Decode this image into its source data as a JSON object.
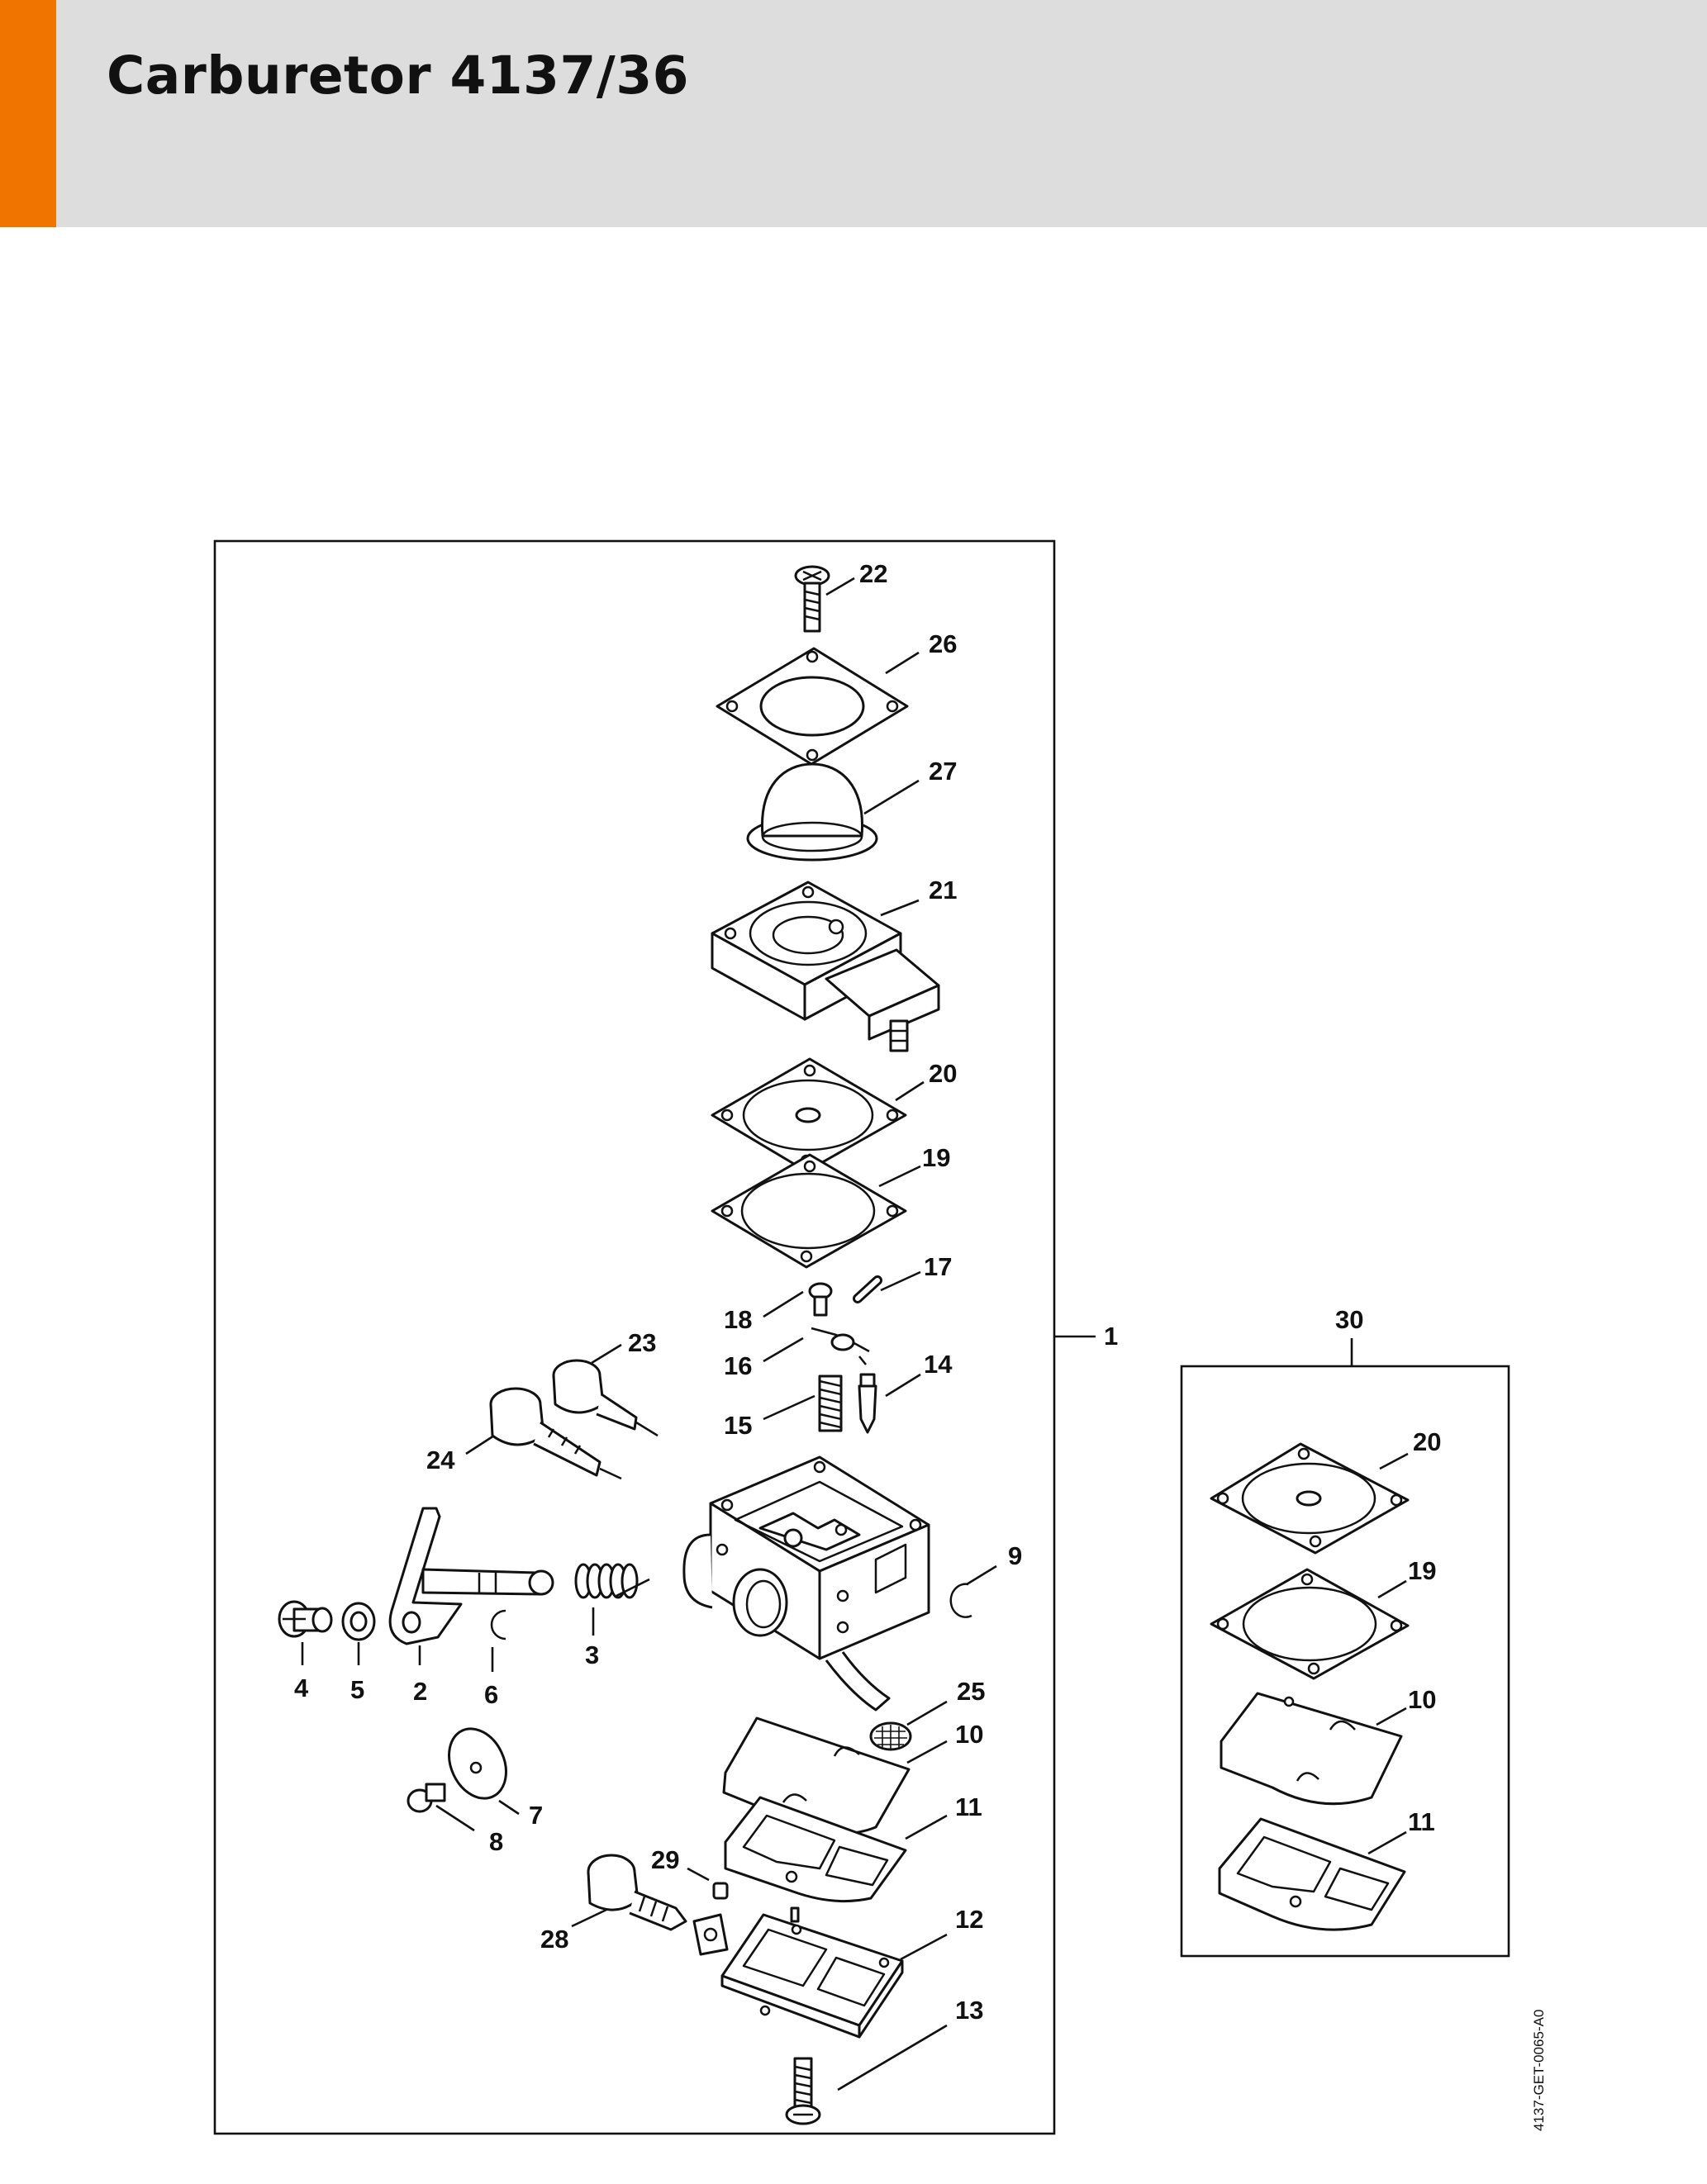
{
  "header": {
    "title": "Carburetor 4137/36",
    "accent_color": "#f07400",
    "band_color": "#dcdddc"
  },
  "main_assembly": {
    "label": "1"
  },
  "kit": {
    "label": "30"
  },
  "callouts": {
    "c22": "22",
    "c26": "26",
    "c27": "27",
    "c21": "21",
    "c20": "20",
    "c19": "19",
    "c17": "17",
    "c18": "18",
    "c16": "16",
    "c14": "14",
    "c15": "15",
    "c23": "23",
    "c24": "24",
    "c9": "9",
    "c3": "3",
    "c4": "4",
    "c5": "5",
    "c2": "2",
    "c6": "6",
    "c25": "25",
    "c10": "10",
    "c7": "7",
    "c8": "8",
    "c11": "11",
    "c29": "29",
    "c28": "28",
    "c12": "12",
    "c13": "13",
    "k20": "20",
    "k19": "19",
    "k10": "10",
    "k11": "11"
  },
  "drawing_code": "4137-GET-0065-A0"
}
